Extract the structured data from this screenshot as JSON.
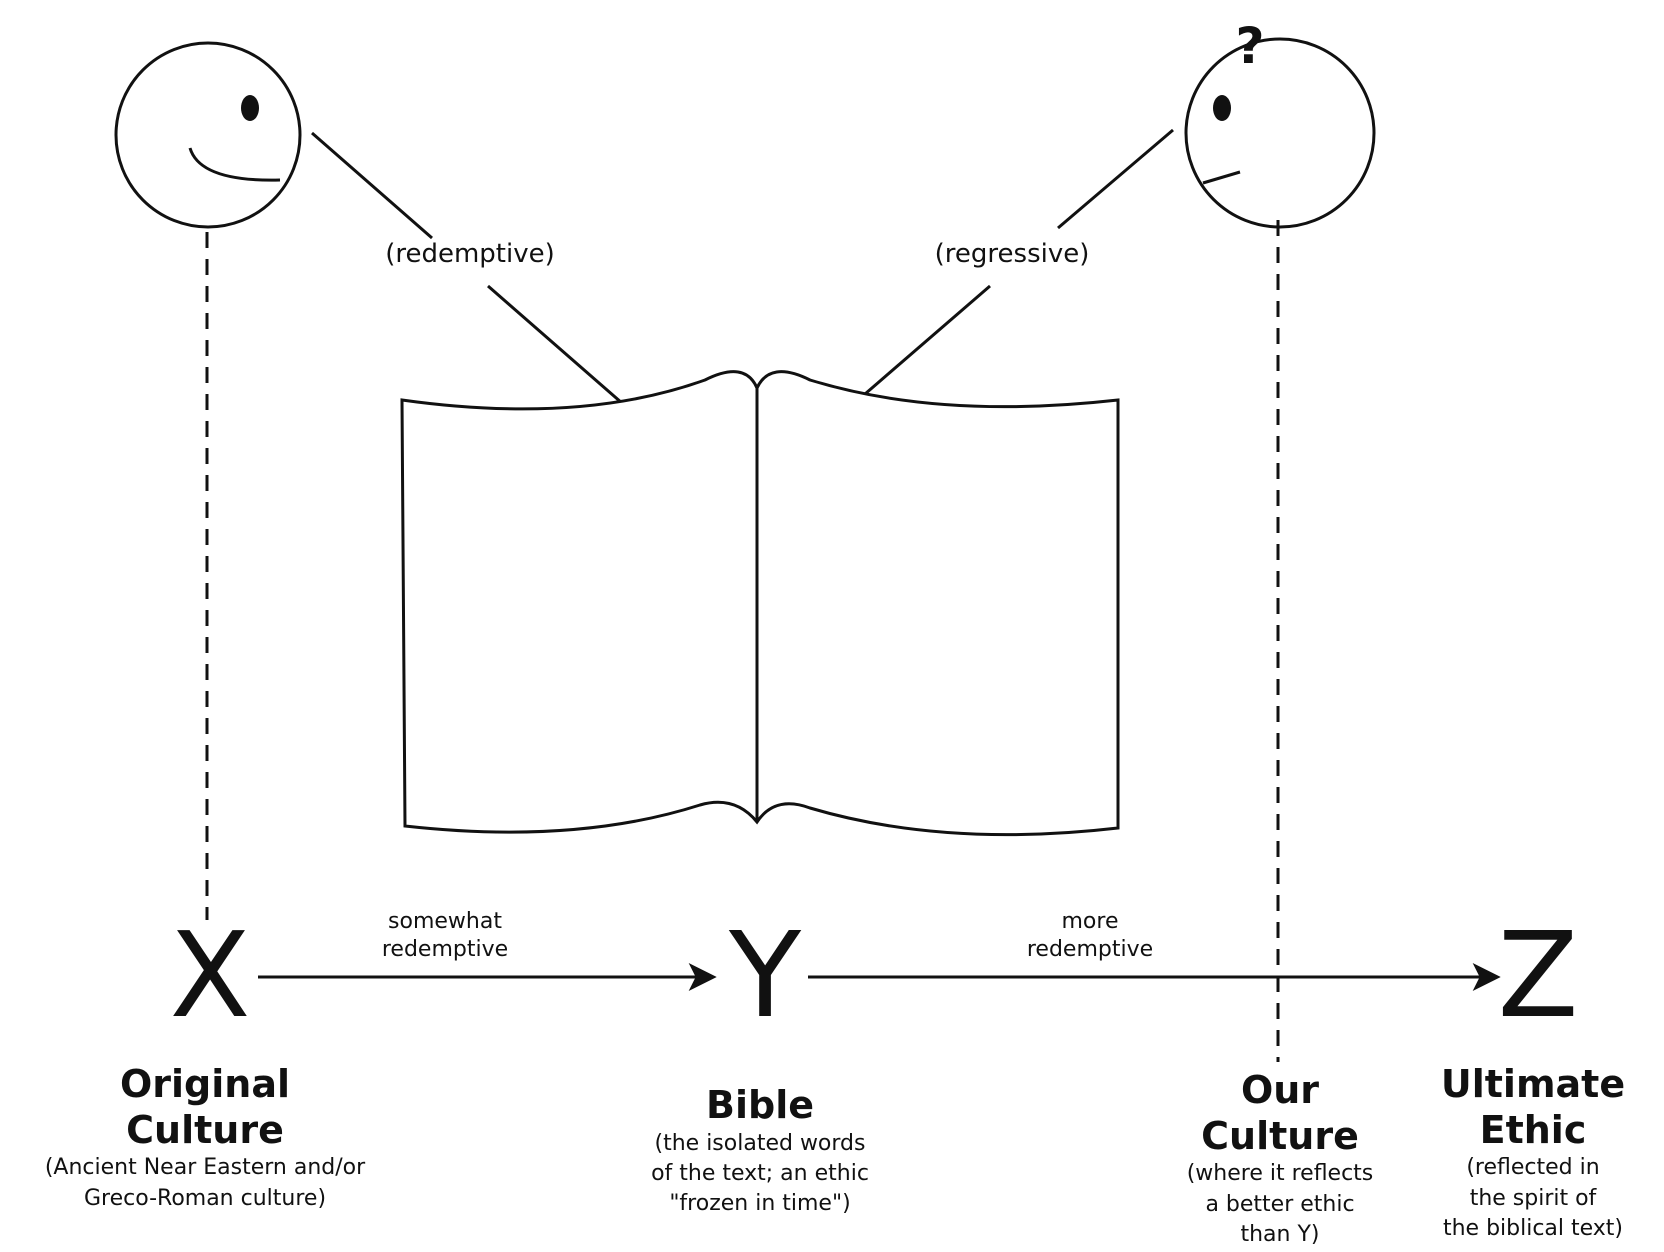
{
  "figure": {
    "top_left_label": "(redemptive)",
    "top_right_label": "(regressive)",
    "thinking_mark": "?",
    "x": {
      "letter": "X",
      "title_line1": "Original",
      "title_line2": "Culture",
      "note_line1": "(Ancient Near Eastern and/or",
      "note_line2": "Greco-Roman culture)"
    },
    "y": {
      "letter": "Y",
      "title": "Bible",
      "note_line1": "(the isolated words",
      "note_line2": "of the text; an ethic",
      "note_line3": "\"frozen in time\")"
    },
    "our": {
      "title_line1": "Our",
      "title_line2": "Culture",
      "note_line1": "(where it reflects",
      "note_line2": "a better ethic",
      "note_line3": "than Y)"
    },
    "z": {
      "letter": "Z",
      "title_line1": "Ultimate",
      "title_line2": "Ethic",
      "note_line1": "(reflected in",
      "note_line2": "the spirit of",
      "note_line3": "the biblical text)"
    },
    "edge_xy_line1": "somewhat",
    "edge_xy_line2": "redemptive",
    "edge_yz_line1": "more",
    "edge_yz_line2": "redemptive"
  }
}
